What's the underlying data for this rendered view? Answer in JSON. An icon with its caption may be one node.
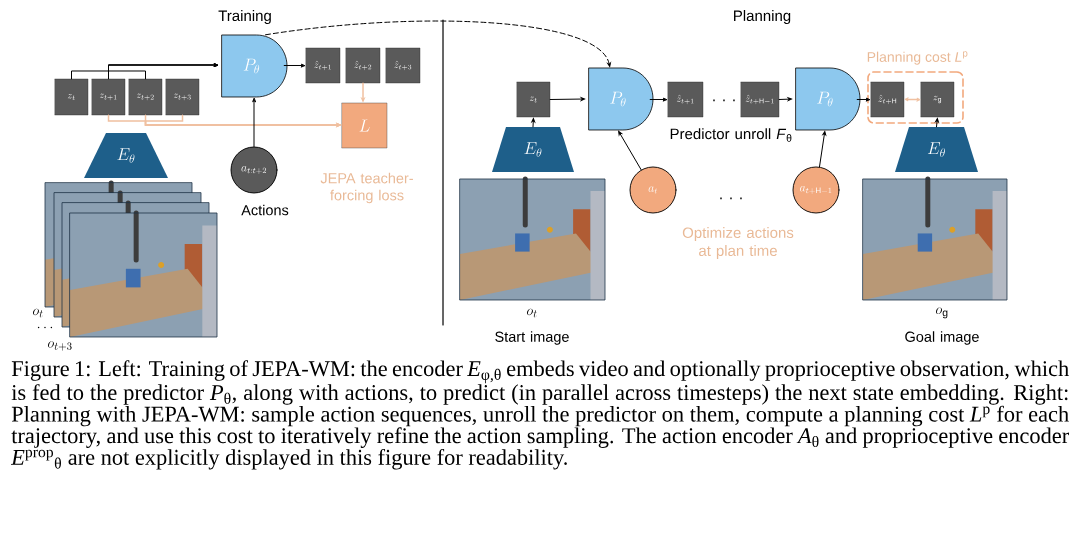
{
  "diagram": {
    "caption": "Figure 1: Left: Training of JEPA-WM: the encoder *E*$_{φ,θ}$ embeds video and optionally proprioceptive observation, which is fed to the predictor *P*$_{θ}$, along with actions, to predict (in parallel across timesteps) the next state embedding. Right: Planning with JEPA-WM: sample action sequences, unroll the predictor on them, compute a planning cost *L*$^{p}$ for each trajectory, and use this cost to iteratively refine the action sampling. The action encoder *A*$_{θ}$ and proprioceptive encoder *E*$^{prop}$$_{θ}$ are not explicitly displayed in this figure for readability.",
    "nodes": [
      {
        "text": [
          "z_{t}"
        ]
      },
      {
        "text": [
          "z_{t+1}"
        ]
      },
      {
        "text": [
          "z_{t+2}"
        ]
      },
      {
        "text": [
          "z_{t+3}"
        ]
      },
      {
        "text": [
          "P_{\\theta}"
        ]
      },
      {
        "text": [
          "\\hat{z}_{t+1}"
        ]
      },
      {
        "text": [
          "\\hat{z}_{t+2}"
        ]
      },
      {
        "text": [
          "\\hat{z}_{t+3}"
        ]
      },
      {
        "text": [
          "L"
        ],
        "beside": [
          "JEPA teacher-forcing loss"
        ]
      },
      {
        "text": [
          "E_{\\theta}"
        ]
      },
      {
        "text": [],
        "shape": "picture",
        "beside": [
          "o_{t}",
          "\\cdots",
          "o_{t+3}"
        ]
      },
      {
        "text": [
          "a_{t:t+2}"
        ],
        "beside": [
          "Actions"
        ]
      },
      {
        "text": [
          "z_{t}"
        ]
      },
      {
        "text": [
          "P_{\\theta}"
        ]
      },
      {
        "text": [
          "\\hat{z}_{t+1}"
        ]
      },
      {
        "text": [
          "\\hat{z}_{t+\\mathrm{H}-1}"
        ]
      },
      {
        "text": [
          "P_{\\theta}"
        ]
      },
      {
        "text": [
          "Planning cost *L*$^{p}$"
        ]
      },
      {
        "text": [
          "\\hat{z}_{t+\\mathrm{H}}"
        ],
        "in": 17
      },
      {
        "text": [
          "z_{\\mathrm{g}}"
        ],
        "in": 17
      },
      {
        "text": [
          "E_{\\theta}"
        ]
      },
      {
        "text": [],
        "shape": "picture",
        "beside": [
          "o_{t}",
          "Start image"
        ]
      },
      {
        "text": [
          "a_{t}"
        ]
      },
      {
        "text": [
          "a_{t+\\mathrm{H}-1}"
        ]
      },
      {
        "text": [
          "E_{\\theta}"
        ]
      },
      {
        "text": [],
        "shape": "picture",
        "beside": [
          "o_{\\mathrm{g}}",
          "Goal image"
        ]
      }
    ],
    "edges": [
      {
        "from": 0,
        "to": 4,
        "arrow": "to"
      },
      {
        "from": 1,
        "to": 4,
        "arrow": "to"
      },
      {
        "from": 2,
        "to": 4,
        "arrow": "to"
      },
      {
        "from": 4,
        "to": 5,
        "arrow": "to"
      },
      {
        "from": 6,
        "to": 8,
        "arrow": "to",
        "color": "#f0c0a0"
      },
      {
        "from": 1,
        "to": 8,
        "arrow": "to",
        "color": "#f0c0a0"
      },
      {
        "from": 2,
        "to": 8,
        "arrow": "to",
        "color": "#f0c0a0"
      },
      {
        "from": 3,
        "to": 8,
        "arrow": "to",
        "color": "#f0c0a0"
      },
      {
        "from": 11,
        "to": 4,
        "arrow": "to"
      },
      {
        "from": 4,
        "to": 13,
        "arrow": "to",
        "style": "dashed"
      },
      {
        "from": 20,
        "to": 12,
        "arrow": "to"
      },
      {
        "from": 12,
        "to": 13,
        "arrow": "to"
      },
      {
        "from": 13,
        "to": 14,
        "arrow": "to"
      },
      {
        "from": 22,
        "to": 13,
        "arrow": "to"
      },
      {
        "from": 15,
        "to": 16,
        "arrow": "to"
      },
      {
        "from": 23,
        "to": 16,
        "arrow": "to"
      },
      {
        "from": 16,
        "to": 18,
        "arrow": "to"
      },
      {
        "from": 18,
        "to": 19,
        "arrow": "both",
        "color": "#f0c0a0"
      },
      {
        "from": 24,
        "to": 19,
        "arrow": "to"
      }
    ],
    "labels": [
      "Training",
      "Planning",
      "· · ·",
      "Predictor unroll *F*$_{θ}$",
      "· · ·",
      "Optimize actions at plan time"
    ]
  }
}
